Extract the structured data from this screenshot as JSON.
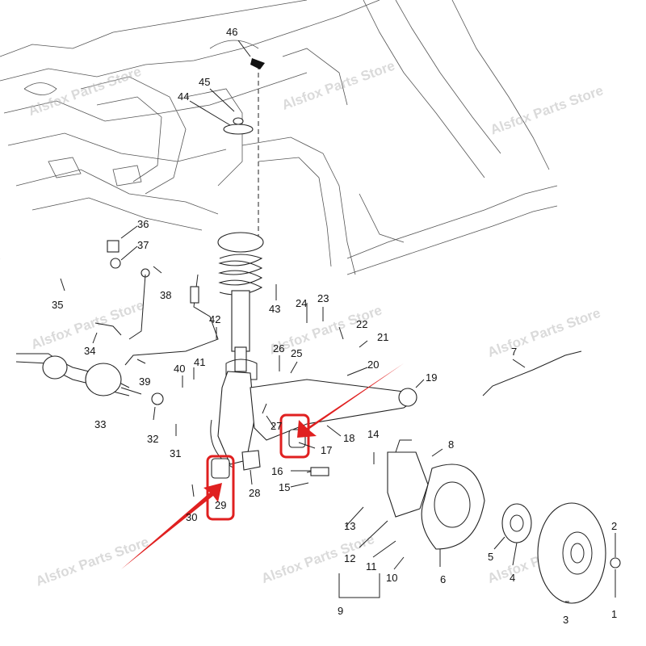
{
  "watermark": "Alsfox Parts Store",
  "highlight_color": "#e02020",
  "callouts": [
    "46",
    "45",
    "44",
    "36",
    "37",
    "38",
    "35",
    "43",
    "42",
    "24",
    "23",
    "22",
    "21",
    "34",
    "41",
    "40",
    "39",
    "26",
    "25",
    "20",
    "19",
    "7",
    "33",
    "32",
    "31",
    "27",
    "17",
    "18",
    "14",
    "8",
    "16",
    "15",
    "28",
    "29",
    "30",
    "13",
    "12",
    "11",
    "10",
    "9",
    "6",
    "5",
    "4",
    "3",
    "2",
    "1"
  ]
}
